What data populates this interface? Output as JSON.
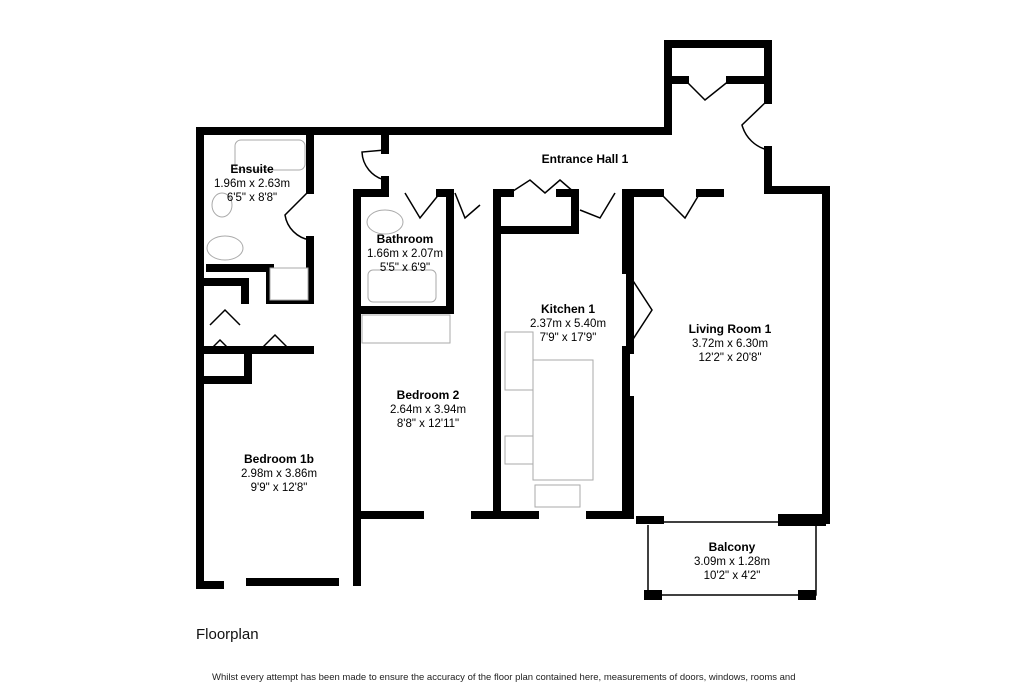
{
  "rooms": {
    "ensuite": {
      "name": "Ensuite",
      "metric": "1.96m x 2.63m",
      "imperial": "6'5\" x 8'8\""
    },
    "entrance_hall": {
      "name": "Entrance Hall 1"
    },
    "bathroom": {
      "name": "Bathroom",
      "metric": "1.66m x 2.07m",
      "imperial": "5'5\" x 6'9\""
    },
    "kitchen": {
      "name": "Kitchen 1",
      "metric": "2.37m x 5.40m",
      "imperial": "7'9\" x 17'9\""
    },
    "living_room": {
      "name": "Living Room 1",
      "metric": "3.72m x 6.30m",
      "imperial": "12'2\" x 20'8\""
    },
    "bedroom2": {
      "name": "Bedroom 2",
      "metric": "2.64m x 3.94m",
      "imperial": "8'8\" x 12'11\""
    },
    "bedroom1b": {
      "name": "Bedroom 1b",
      "metric": "2.98m x 3.86m",
      "imperial": "9'9\" x 12'8\""
    },
    "balcony": {
      "name": "Balcony",
      "metric": "3.09m x 1.28m",
      "imperial": "10'2\" x 4'2\""
    }
  },
  "caption": "Floorplan",
  "disclaimer": "Whilst every attempt has been made to ensure the accuracy of the floor plan contained here, measurements of doors, windows, rooms and"
}
